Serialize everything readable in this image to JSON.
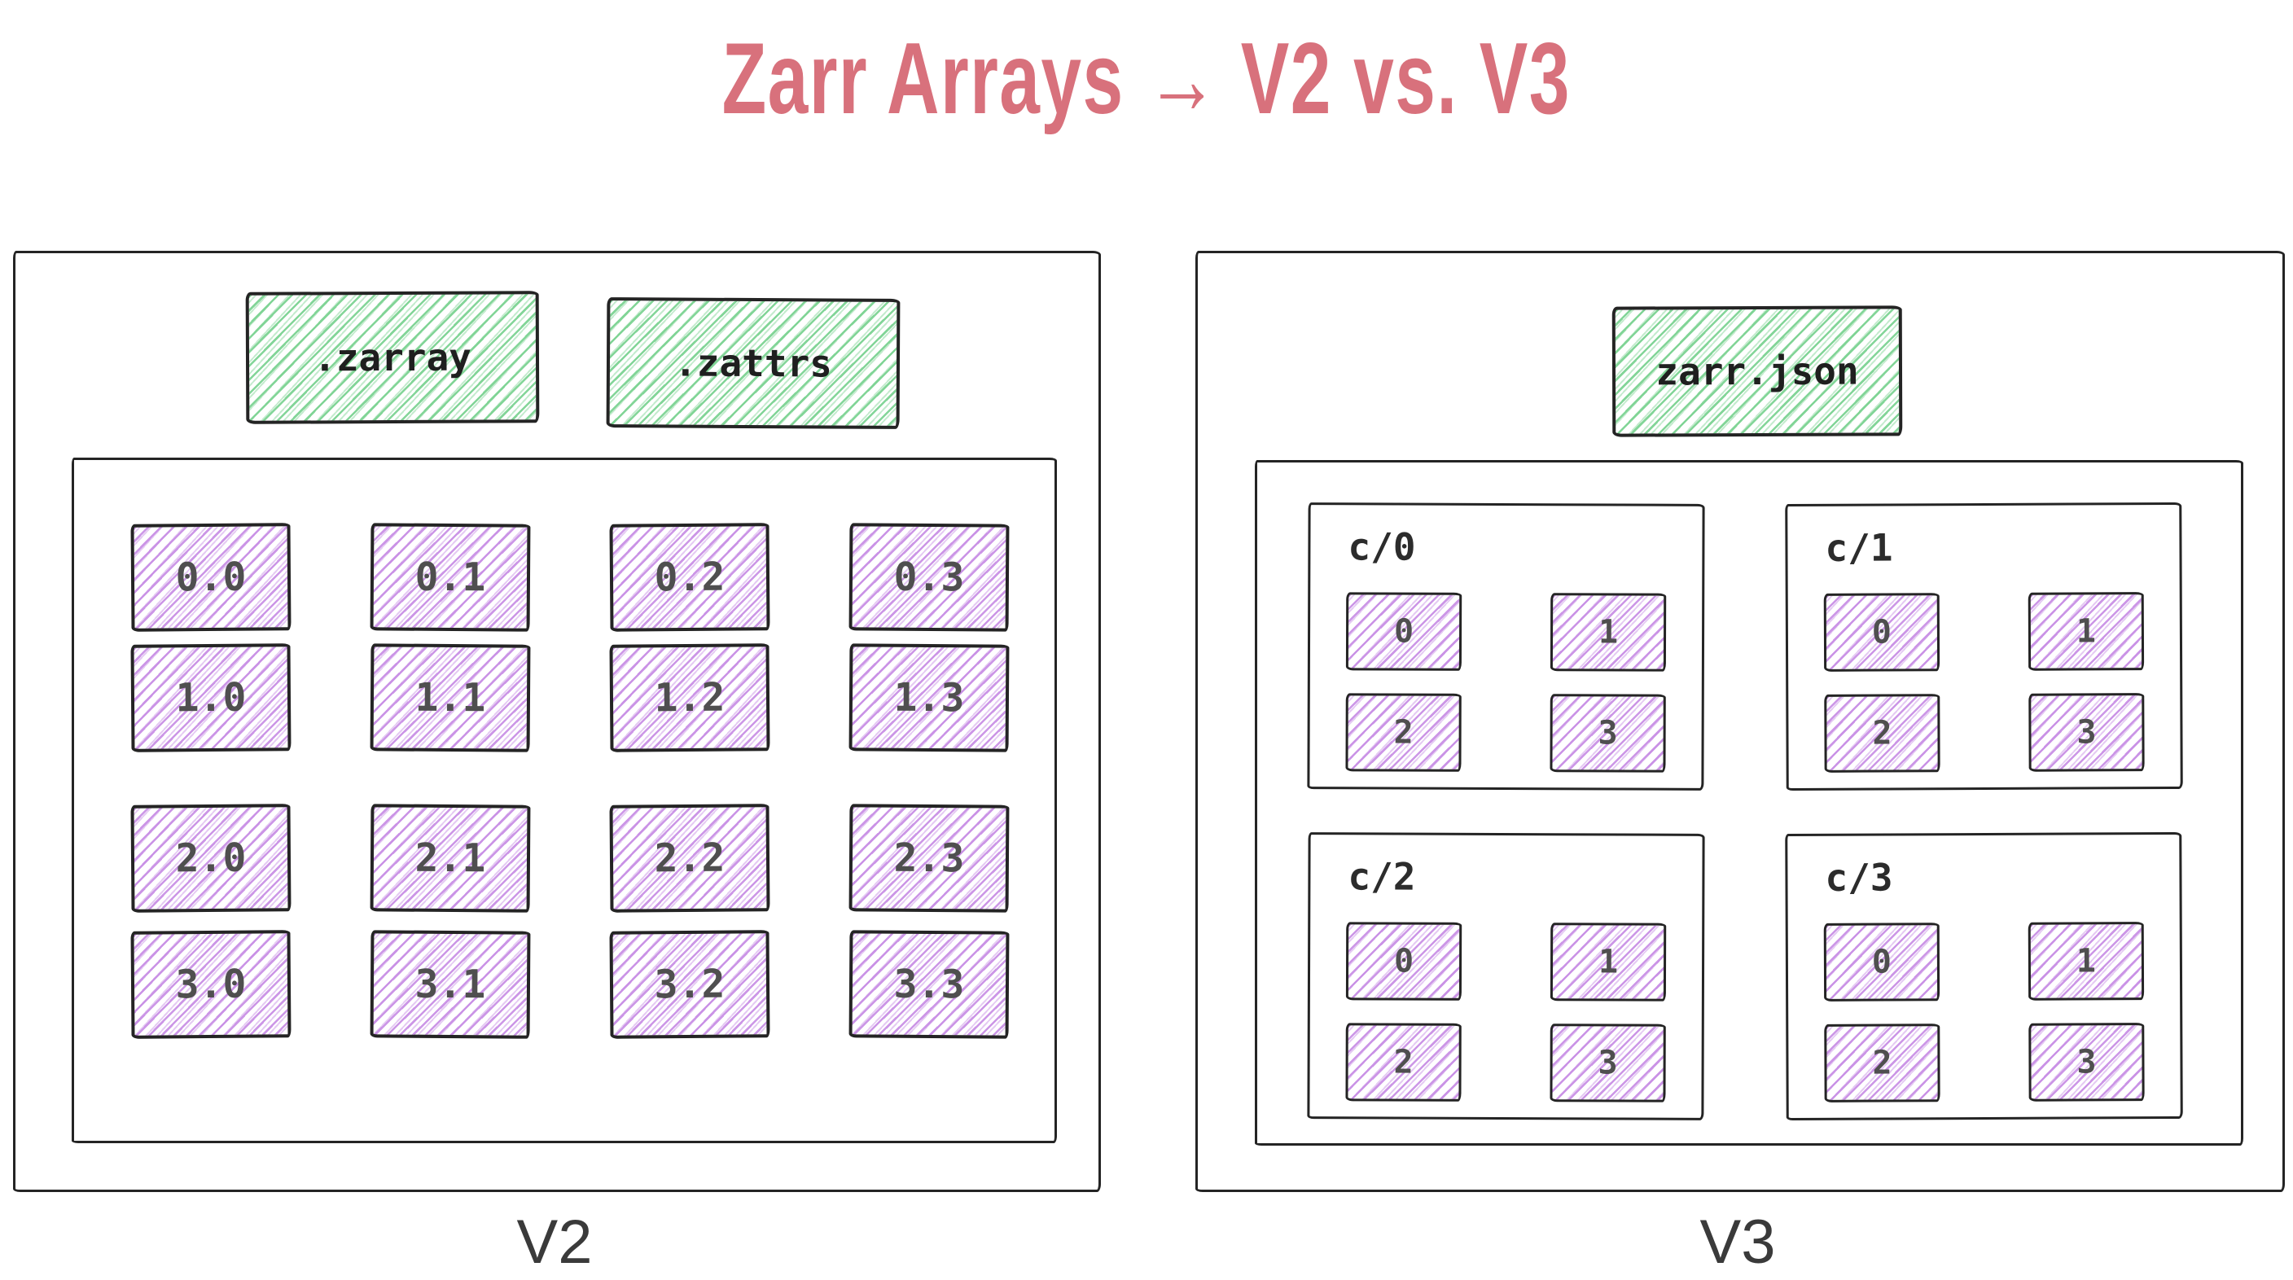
{
  "title": "Zarr Arrays → V2 vs. V3",
  "colors": {
    "title_accent": "#d8717c",
    "metadata_hatch_green": "#7cd392",
    "chunk_hatch_purple": "#c68be4",
    "outline": "#242424",
    "label_text": "#2c2c2c",
    "chunk_text": "#4f4f4f"
  },
  "v2": {
    "caption": "V2",
    "metadata_files": [
      ".zarray",
      ".zattrs"
    ],
    "chunks": [
      "0.0",
      "0.1",
      "0.2",
      "0.3",
      "1.0",
      "1.1",
      "1.2",
      "1.3",
      "2.0",
      "2.1",
      "2.2",
      "2.3",
      "3.0",
      "3.1",
      "3.2",
      "3.3"
    ]
  },
  "v3": {
    "caption": "V3",
    "metadata_files": [
      "zarr.json"
    ],
    "shards": [
      {
        "label": "c/0",
        "chunks": [
          "0",
          "1",
          "2",
          "3"
        ]
      },
      {
        "label": "c/1",
        "chunks": [
          "0",
          "1",
          "2",
          "3"
        ]
      },
      {
        "label": "c/2",
        "chunks": [
          "0",
          "1",
          "2",
          "3"
        ]
      },
      {
        "label": "c/3",
        "chunks": [
          "0",
          "1",
          "2",
          "3"
        ]
      }
    ]
  }
}
